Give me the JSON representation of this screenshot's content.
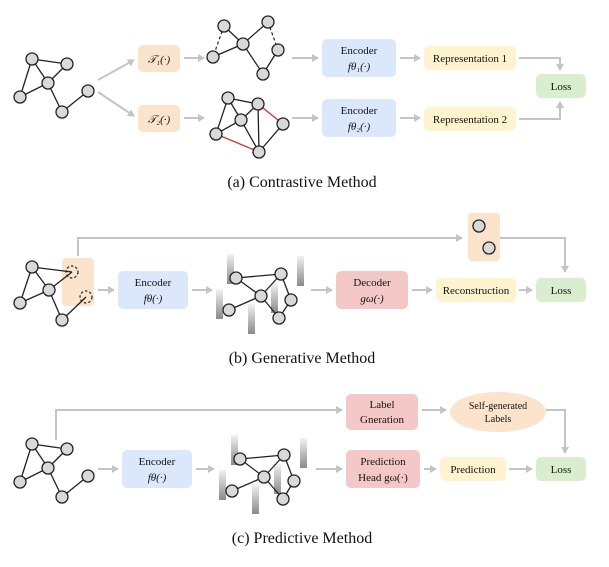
{
  "colors": {
    "augmentation": "#fbe3cc",
    "encoder": "#dbe8fb",
    "output": "#fff4cf",
    "loss": "#d9eecf",
    "decoder": "#f5c8c8",
    "arrow": "#c4c4c4",
    "perturbed_edge": "#d32f2f"
  },
  "panels": {
    "contrastive": {
      "caption": "(a)  Contrastive Method",
      "aug1": "𝒯₁(·)",
      "aug2": "𝒯₂(·)",
      "encoder1_name": "Encoder",
      "encoder1_fn": "fθ₁(·)",
      "encoder2_name": "Encoder",
      "encoder2_fn": "fθ₂(·)",
      "rep1": "Representation 1",
      "rep2": "Representation 2",
      "loss": "Loss"
    },
    "generative": {
      "caption": "(b)  Generative Method",
      "encoder_name": "Encoder",
      "encoder_fn": "fθ(·)",
      "decoder_name": "Decoder",
      "decoder_fn": "gω(·)",
      "reconstruction": "Reconstruction",
      "loss": "Loss"
    },
    "predictive": {
      "caption": "(c)  Predictive Method",
      "label_gen_line1": "Label",
      "label_gen_line2": "Gneration",
      "self_gen_line1": "Self-generated",
      "self_gen_line2": "Labels",
      "encoder_name": "Encoder",
      "encoder_fn": "fθ(·)",
      "head_line1": "Prediction",
      "head_line2": "Head gω(·)",
      "prediction": "Prediction",
      "loss": "Loss"
    }
  }
}
